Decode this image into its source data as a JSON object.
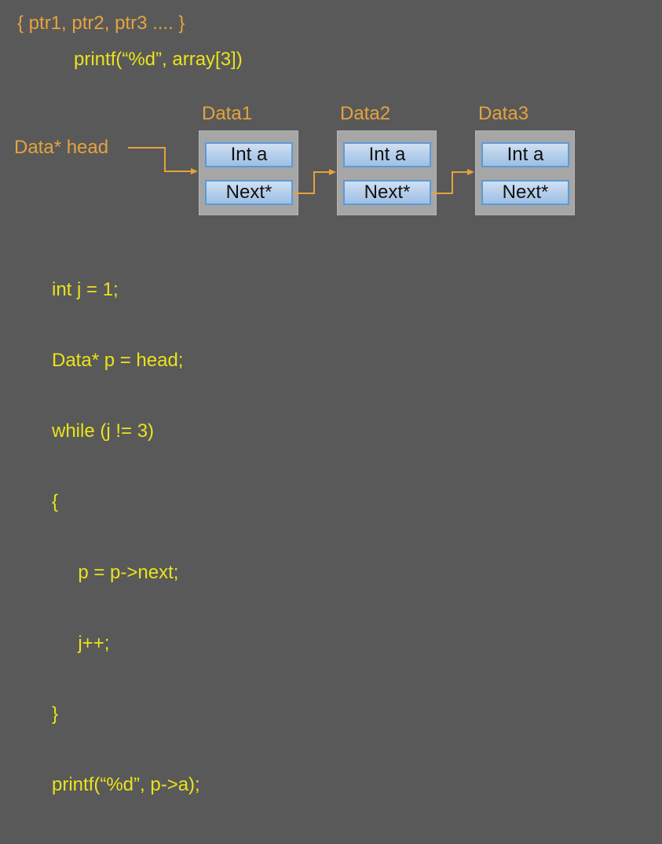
{
  "colors": {
    "background": "#595959",
    "amber": "#E5A33C",
    "yellow": "#EAE31B",
    "node_fill": "#A6A6A6",
    "field_border": "#5B9BD5",
    "field_fill_top": "#D0E0F2",
    "field_fill_bottom": "#9DC0E6",
    "field_text": "#111111"
  },
  "intro": {
    "line1": "{ ptr1, ptr2, ptr3 .... }",
    "line2": "printf(“%d”, array[3])"
  },
  "head_label": "Data* head",
  "nodes": [
    {
      "title": "Data1",
      "fields": [
        "Int a",
        "Next*"
      ]
    },
    {
      "title": "Data2",
      "fields": [
        "Int a",
        "Next*"
      ]
    },
    {
      "title": "Data3",
      "fields": [
        "Int a",
        "Next*"
      ]
    }
  ],
  "code": {
    "lines": [
      "int j = 1;",
      "Data* p = head;",
      "while (j != 3)",
      "{",
      "     p = p->next;",
      "     j++;",
      "}",
      "printf(“%d”, p->a);"
    ]
  }
}
